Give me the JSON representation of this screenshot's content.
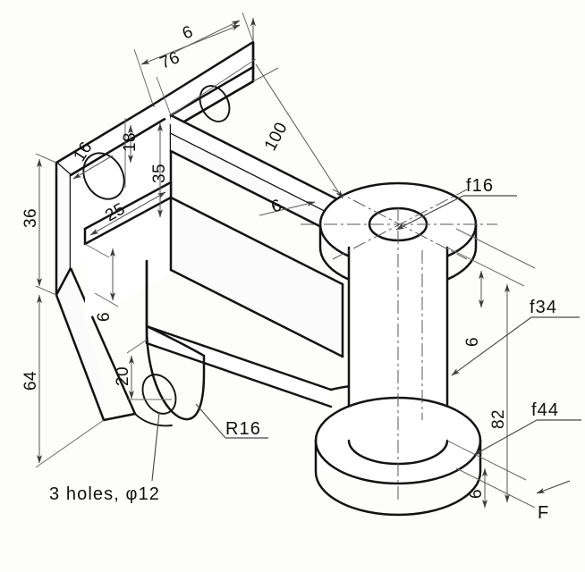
{
  "drawing": {
    "title": "Isometric bracket - pictorial dimensioned drawing",
    "type": "isometric-engineering-drawing",
    "units": "mm",
    "line_color": "#131313",
    "dim_color": "#5d5d5d",
    "background": "#fdfdfb",
    "view_arrow": {
      "label": "F",
      "direction": "up-left"
    }
  },
  "dimensions": {
    "top_plate_thickness": "6",
    "top_plate_width": "76",
    "hole_edge_16": "16",
    "hole_edge_18": "18",
    "web_height_35": "35",
    "web_offset_25": "25",
    "back_plate_36": "36",
    "back_plate_64": "64",
    "arm_length_100": "100",
    "arm_thickness_6": "6",
    "web_thickness_6": "6",
    "lug_center_20": "20",
    "boss_top_flange_6": "6",
    "boss_bottom_flange_6": "6",
    "boss_overall_82": "82"
  },
  "labels": {
    "bore_dia": "f16",
    "boss_dia": "f34",
    "flange_dia": "f44",
    "fillet_radius": "R16",
    "holes_note": "3  holes,  φ12"
  },
  "dim_list": [
    {
      "id": "d-6-top",
      "value": "6",
      "desc": "top plate thickness"
    },
    {
      "id": "d-76",
      "value": "76",
      "desc": "top plate width"
    },
    {
      "id": "d-16",
      "value": "16",
      "desc": "hole position from back face"
    },
    {
      "id": "d-18",
      "value": "18",
      "desc": "hole position from top"
    },
    {
      "id": "d-35",
      "value": "35",
      "desc": "web height"
    },
    {
      "id": "d-25",
      "value": "25",
      "desc": "web offset"
    },
    {
      "id": "d-36",
      "value": "36",
      "desc": "back plate upper height"
    },
    {
      "id": "d-64",
      "value": "64",
      "desc": "back plate lower height"
    },
    {
      "id": "d-100",
      "value": "100",
      "desc": "arm length"
    },
    {
      "id": "d-6-arm",
      "value": "6",
      "desc": "arm plate thickness"
    },
    {
      "id": "d-6-web",
      "value": "6",
      "desc": "vertical web thickness"
    },
    {
      "id": "d-20",
      "value": "20",
      "desc": "lug hole centre height"
    },
    {
      "id": "d-6-bosstop",
      "value": "6",
      "desc": "boss top flange thickness"
    },
    {
      "id": "d-82",
      "value": "82",
      "desc": "boss overall height"
    },
    {
      "id": "d-6-bossbot",
      "value": "6",
      "desc": "boss bottom flange thickness"
    }
  ],
  "note_list": [
    {
      "id": "n-f16",
      "value": "f16",
      "desc": "through bore diameter 16"
    },
    {
      "id": "n-f34",
      "value": "f34",
      "desc": "boss body diameter 34"
    },
    {
      "id": "n-f44",
      "value": "f44",
      "desc": "boss flange diameter 44"
    },
    {
      "id": "n-r16",
      "value": "R16",
      "desc": "lug fillet radius 16"
    },
    {
      "id": "n-holes",
      "value": "3  holes,  φ12",
      "desc": "three 12 mm holes"
    },
    {
      "id": "n-F",
      "value": "F",
      "desc": "view direction arrow F"
    }
  ]
}
